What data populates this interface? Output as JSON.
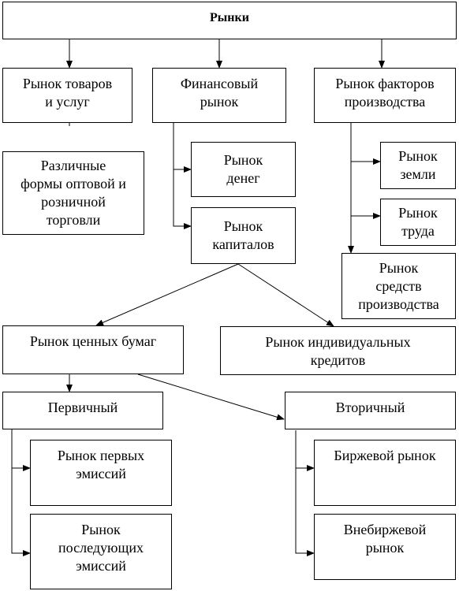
{
  "nodes": {
    "markets": [
      "Рынки"
    ],
    "goods": [
      "Рынок товаров",
      "и услуг"
    ],
    "financial": [
      "Финансовый",
      "рынок"
    ],
    "factors": [
      "Рынок факторов",
      "производства"
    ],
    "trade": [
      "Различные",
      "формы оптовой и",
      "розничной",
      "торговли"
    ],
    "money": [
      "Рынок",
      "денег"
    ],
    "capital": [
      "Рынок",
      "капиталов"
    ],
    "land": [
      "Рынок",
      "земли"
    ],
    "labor": [
      "Рынок",
      "труда"
    ],
    "means": [
      "Рынок",
      "средств",
      "производства"
    ],
    "securities": [
      "Рынок ценных бумаг"
    ],
    "credits": [
      "Рынок индивидуальных",
      "кредитов"
    ],
    "primary": [
      "Первичный"
    ],
    "secondary": [
      "Вторичный"
    ],
    "first_issues": [
      "Рынок первых",
      "эмиссий"
    ],
    "later_issues": [
      "Рынок",
      "последующих",
      "эмиссий"
    ],
    "exchange": [
      "Биржевой рынок"
    ],
    "otc": [
      "Внебиржевой",
      "рынок"
    ]
  }
}
